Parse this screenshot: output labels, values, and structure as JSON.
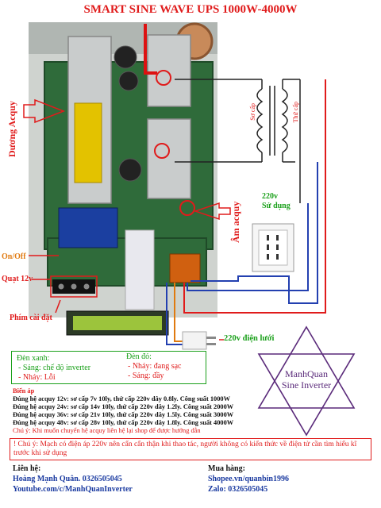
{
  "title": "SMART SINE WAVE UPS 1000W-4000W",
  "labels": {
    "battery_positive": "Dương Acquy",
    "battery_negative": "Âm acquy",
    "primary": "Sơ cấp",
    "secondary": "Thứ cấp",
    "output": "220v\nSử dụng",
    "output_line1": "220v",
    "output_line2": "Sử dụng",
    "onoff": "On/Off",
    "fan": "Quạt 12v",
    "setting_keys": "Phím cài đặt",
    "mains": "220v điện lưới"
  },
  "legend_green": {
    "heading": "Đèn xanh:",
    "items": [
      "- Sáng: chế độ inverter",
      "- Nháy: Lỗi"
    ]
  },
  "legend_red": {
    "heading": "Đèn đỏ:",
    "items": [
      "- Nháy: đang sạc",
      "- Sáng: đầy"
    ]
  },
  "brand": {
    "line1": "ManhQuan",
    "line2": "Sine Inverter"
  },
  "specs": {
    "heading": "Biến áp",
    "rows": [
      "Đúng hệ acquy 12v: sơ cấp 7v 10ly, thứ cấp 220v dây 0.8ly. Công suất 1000W",
      "Đúng hệ acquy 24v: sơ cấp 14v 10ly, thứ cấp 220v dây 1.2ly. Công suất 2000W",
      "Đúng hệ acquy 36v: sơ cấp 21v 10ly, thứ cấp 220v dây 1.5ly. Công suất 3000W",
      "Đúng hệ acquy 48v: sơ cấp 28v 10ly, thứ cấp 220v dây 1.8ly. Công suất 4000W"
    ],
    "note": "Chú ý: Khi muốn chuyển hệ acquy liên hệ lại shop để được hướng dẫn"
  },
  "warning": "! Chú ý: Mạch có điện áp 220v nên cẩn cẩn thận khi thao tác, người không có kiến thức về điện tử cần tìm hiểu kĩ trước khi sử dụng",
  "contact": {
    "left_heading": "Liên hệ:",
    "left_lines": [
      "Hoàng Mạnh Quân. 0326505045",
      "Youtube.com/c/ManhQuanInverter"
    ],
    "right_heading": "Mua hàng:",
    "right_lines": [
      "Shopee.vn/quanbin1996",
      "Zalo: 0326505045"
    ]
  },
  "colors": {
    "accent_red": "#e01b1b",
    "accent_green": "#1aa01a",
    "pcb_green": "#2f6b3a",
    "brand_purple": "#5a2a7a",
    "wire_blue": "#2340b0"
  }
}
